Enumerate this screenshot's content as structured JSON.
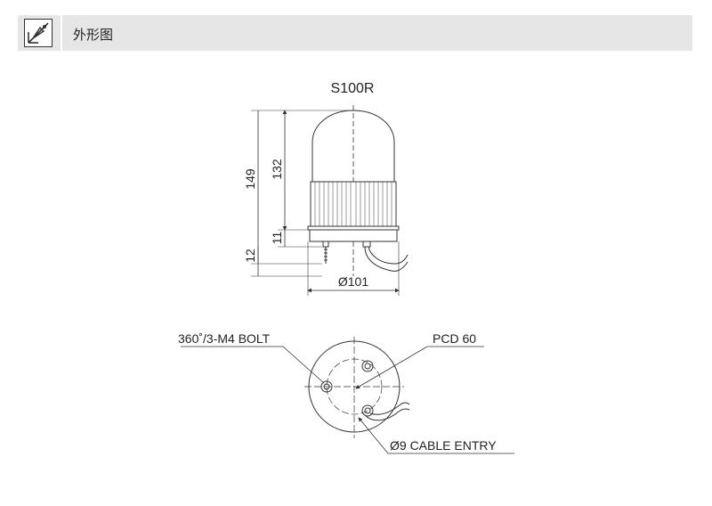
{
  "header": {
    "title": "外形图",
    "icon": "drafting-icon"
  },
  "drawing": {
    "model": "S100R",
    "dimensions": {
      "total_height": "149",
      "body_height": "132",
      "base_height": "11",
      "bolt_length": "12",
      "diameter": "Ø101"
    },
    "bottom_view": {
      "bolt_label": "360˚/3-M4 BOLT",
      "pcd_label": "PCD 60",
      "cable_label": "Ø9 CABLE ENTRY"
    }
  }
}
